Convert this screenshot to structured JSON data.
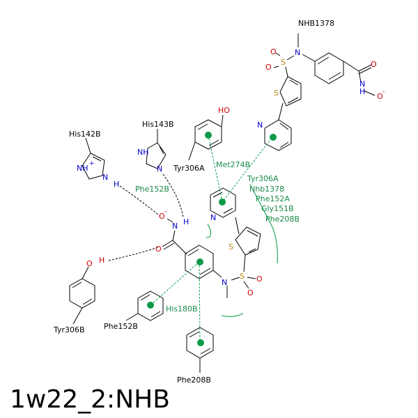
{
  "title": "1w22_2:NHB",
  "residues": {
    "nhb1378_top": "NHB1378",
    "his142b": "His142B",
    "his143b": "His143B",
    "tyr306a": "Tyr306A",
    "phe152b_label": "Phe152B",
    "tyr306b": "Tyr306B",
    "phe152b_ring": "Phe152B",
    "phe208b": "Phe208B"
  },
  "interaction_labels": {
    "met274b": "Met274B",
    "his180b": "His180B"
  },
  "contact_list": [
    "Tyr306A",
    "Nhb1378",
    "Phe152A",
    "Gly151B",
    "Phe208B"
  ],
  "atoms": {
    "N_top": "N",
    "S_top": "S",
    "O1": "O",
    "O2": "O",
    "O3": "O",
    "N_amide_top": "N",
    "H_amide_top": "H",
    "O_minus_top": "O",
    "minus_top": "-",
    "S_thio_top": "S",
    "N_pyr_top": "N",
    "OH_tyr": "HO",
    "NH_his143": "NH",
    "N_his143": "N",
    "NH_his142": "NH",
    "plus": "+",
    "N_his142": "N",
    "H_his142": "H",
    "O_minus_low": "O",
    "minus_low": "-",
    "N_low": "N",
    "H_low": "H",
    "O_low": "O",
    "O_tyr306b": "O",
    "H_tyr306b": "H",
    "N_pyr_low": "N",
    "S_thio_low": "S",
    "S_low": "S",
    "O4": "O",
    "O5": "O",
    "N_low2": "N"
  },
  "colors": {
    "nitrogen": "#0000cc",
    "oxygen": "#cc0000",
    "sulfur": "#b8860b",
    "interaction_green": "#11a050"
  }
}
